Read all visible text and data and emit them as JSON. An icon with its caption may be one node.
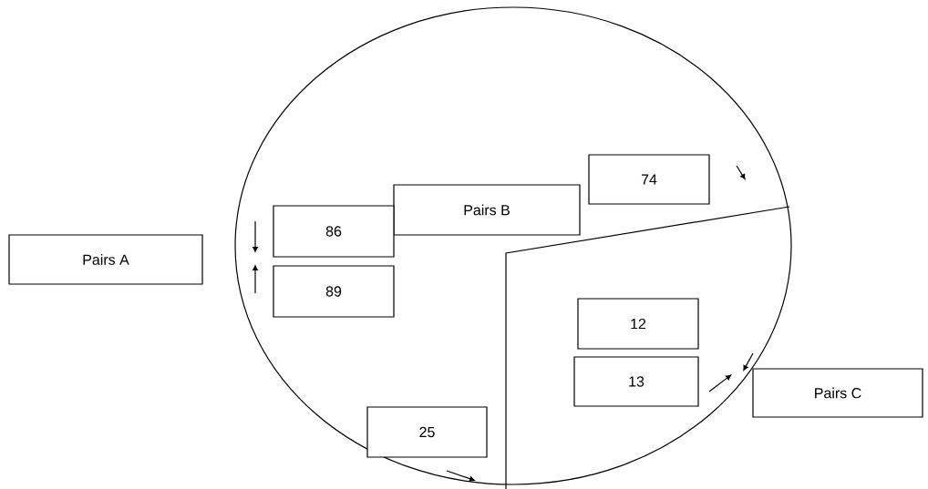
{
  "diagram": {
    "nodes": [
      {
        "text": [],
        "shape": "circle"
      },
      {
        "text": [
          "74"
        ],
        "in": 0
      },
      {
        "text": [
          "Pairs B"
        ],
        "in": 0
      },
      {
        "text": [
          "Pairs A"
        ]
      },
      {
        "text": [
          "86"
        ],
        "in": 0
      },
      {
        "text": [
          "89"
        ],
        "in": 0
      },
      {
        "text": [
          "12"
        ],
        "in": 0
      },
      {
        "text": [
          "13"
        ],
        "in": 0
      },
      {
        "text": [
          "Pairs C"
        ]
      },
      {
        "text": [
          "25"
        ],
        "in": 0
      }
    ],
    "edges": []
  }
}
